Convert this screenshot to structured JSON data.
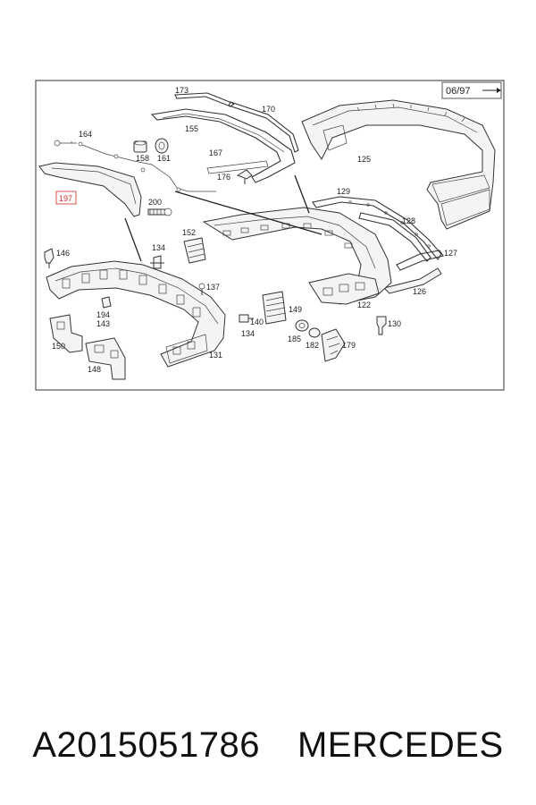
{
  "diagram": {
    "date_tag": "06/97",
    "highlighted_label": "197",
    "labels": [
      "173",
      "170",
      "155",
      "164",
      "158",
      "161",
      "125",
      "167",
      "176",
      "197",
      "200",
      "129",
      "128",
      "127",
      "152",
      "134",
      "146",
      "137",
      "126",
      "149",
      "140",
      "134b",
      "122",
      "130",
      "185",
      "182",
      "179",
      "194",
      "143",
      "150",
      "148",
      "131"
    ],
    "label_text": {
      "173": "173",
      "170": "170",
      "155": "155",
      "164": "164",
      "158": "158",
      "161": "161",
      "125": "125",
      "167": "167",
      "176": "176",
      "197": "197",
      "200": "200",
      "129": "129",
      "128": "128",
      "127": "127",
      "152": "152",
      "134": "134",
      "146": "146",
      "137": "137",
      "126": "126",
      "149": "149",
      "140": "140",
      "134b": "134",
      "122": "122",
      "130": "130",
      "185": "185",
      "182": "182",
      "179": "179",
      "194": "194",
      "143": "143",
      "150": "150",
      "148": "148",
      "131": "131"
    },
    "colors": {
      "highlight": "#d9534f",
      "line": "#333333",
      "frame": "#555555"
    }
  },
  "caption": {
    "part_number": "A2015051786",
    "brand": "MERCEDES"
  }
}
